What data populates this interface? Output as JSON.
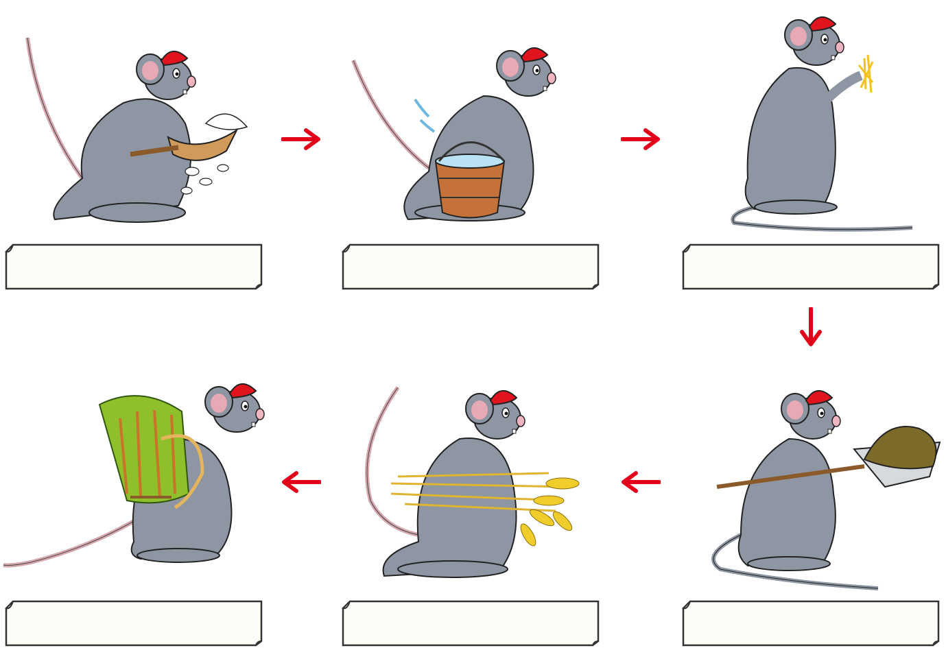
{
  "diagram": {
    "flow_color": "#e3001b",
    "flow_order": [
      "panel-1",
      "panel-2",
      "panel-3",
      "panel-4",
      "panel-5",
      "panel-6"
    ],
    "panels": [
      {
        "id": "panel-1",
        "icon": "mouse-kneading-dough-icon",
        "label": ""
      },
      {
        "id": "panel-2",
        "icon": "mouse-carrying-water-bucket-icon",
        "label": ""
      },
      {
        "id": "panel-3",
        "icon": "mouse-holding-seedling-icon",
        "label": ""
      },
      {
        "id": "panel-4",
        "icon": "mouse-with-shovel-of-manure-icon",
        "label": ""
      },
      {
        "id": "panel-5",
        "icon": "mouse-carrying-wheat-sheaf-icon",
        "label": ""
      },
      {
        "id": "panel-6",
        "icon": "mouse-carrying-hay-bundle-icon",
        "label": ""
      }
    ],
    "arrows": [
      {
        "from": "panel-1",
        "to": "panel-2",
        "direction": "right"
      },
      {
        "from": "panel-2",
        "to": "panel-3",
        "direction": "right"
      },
      {
        "from": "panel-3",
        "to": "panel-4",
        "direction": "down"
      },
      {
        "from": "panel-4",
        "to": "panel-5",
        "direction": "left"
      },
      {
        "from": "panel-5",
        "to": "panel-6",
        "direction": "left"
      }
    ],
    "colors": {
      "mouse_body": "#8e96a3",
      "mouse_ear_inner": "#e7a9b4",
      "hat": "#e0141e",
      "label_fill": "#fdfcf6",
      "label_stroke": "#333333"
    }
  }
}
